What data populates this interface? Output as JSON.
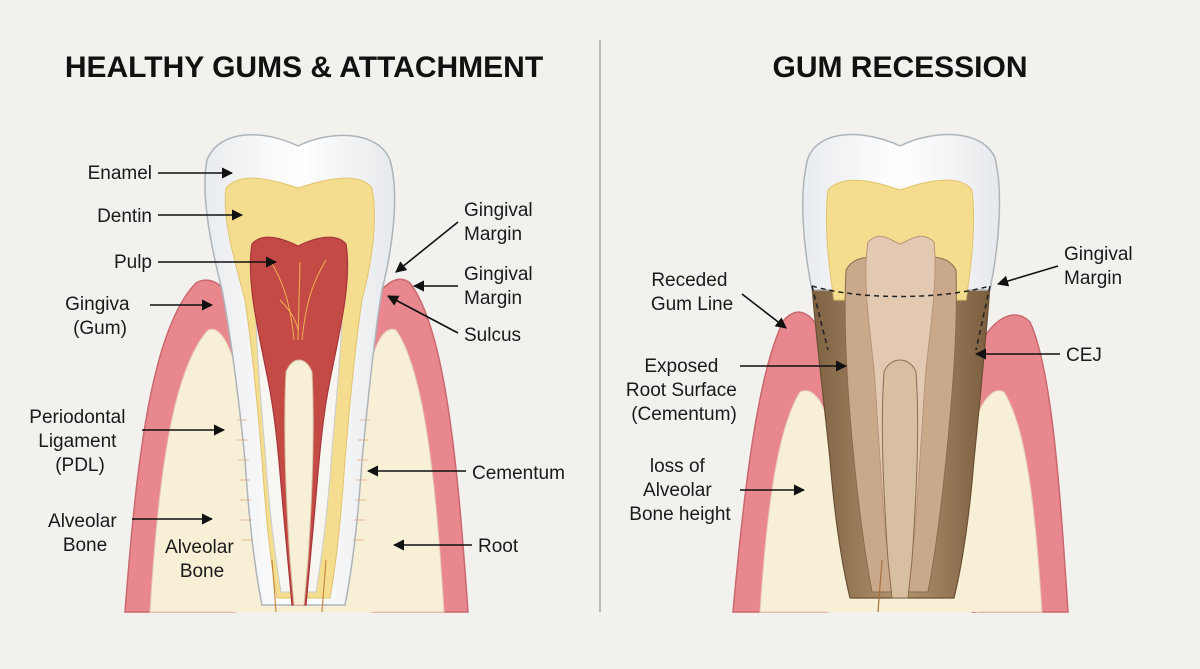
{
  "left_panel": {
    "title": "HEALTHY GUMS & ATTACHMENT",
    "labels": {
      "enamel": "Enamel",
      "dentin": "Dentin",
      "pulp": "Pulp",
      "gingiva": [
        "Gingiva",
        "(Gum)"
      ],
      "pdl": [
        "Periodontal",
        "Ligament",
        "(PDL)"
      ],
      "alveolar_bone_outer": [
        "Alveolar",
        "Bone"
      ],
      "alveolar_bone_inner": [
        "Alveolar",
        "Bone"
      ],
      "gingival_margin_1": [
        "Gingival",
        "Margin"
      ],
      "gingival_margin_2": [
        "Gingival",
        "Margin"
      ],
      "sulcus": "Sulcus",
      "cementum": "Cementum",
      "root": "Root"
    }
  },
  "right_panel": {
    "title": "GUM RECESSION",
    "labels": {
      "receded_gum_line": [
        "Receded",
        "Gum Line"
      ],
      "exposed_root": [
        "Exposed",
        "Root Surface",
        "(Cementum)"
      ],
      "bone_loss": [
        "loss of",
        "Alveolar",
        "Bone height"
      ],
      "gingival_margin": [
        "Gingival",
        "Margin"
      ],
      "cej": "CEJ"
    }
  },
  "colors": {
    "background": "#f2f1ee",
    "gum": "#e8888e",
    "bone": "#f7f0d6",
    "enamel": "#fbfbfb",
    "dentin": "#f4dd8f",
    "pulp": "#c44a45",
    "exposed_root": "#a2845e",
    "divider": "#b9b9b9"
  }
}
